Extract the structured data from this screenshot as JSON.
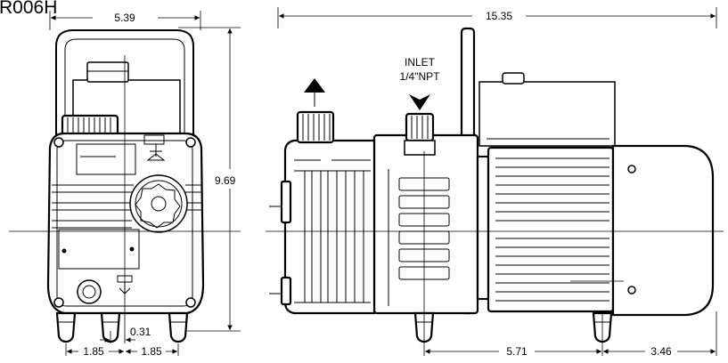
{
  "title_partial": "R006H",
  "labels": {
    "inlet": "INLET",
    "inlet_size": "1/4\"NPT"
  },
  "dimensions": {
    "front_width": "5.39",
    "front_height": "9.69",
    "front_foot_offset": "0.31",
    "front_foot_left": "1.85",
    "front_foot_right": "1.85",
    "side_overall_length": "15.35",
    "side_foot_span": "5.71",
    "side_motor_overhang": "3.46"
  }
}
